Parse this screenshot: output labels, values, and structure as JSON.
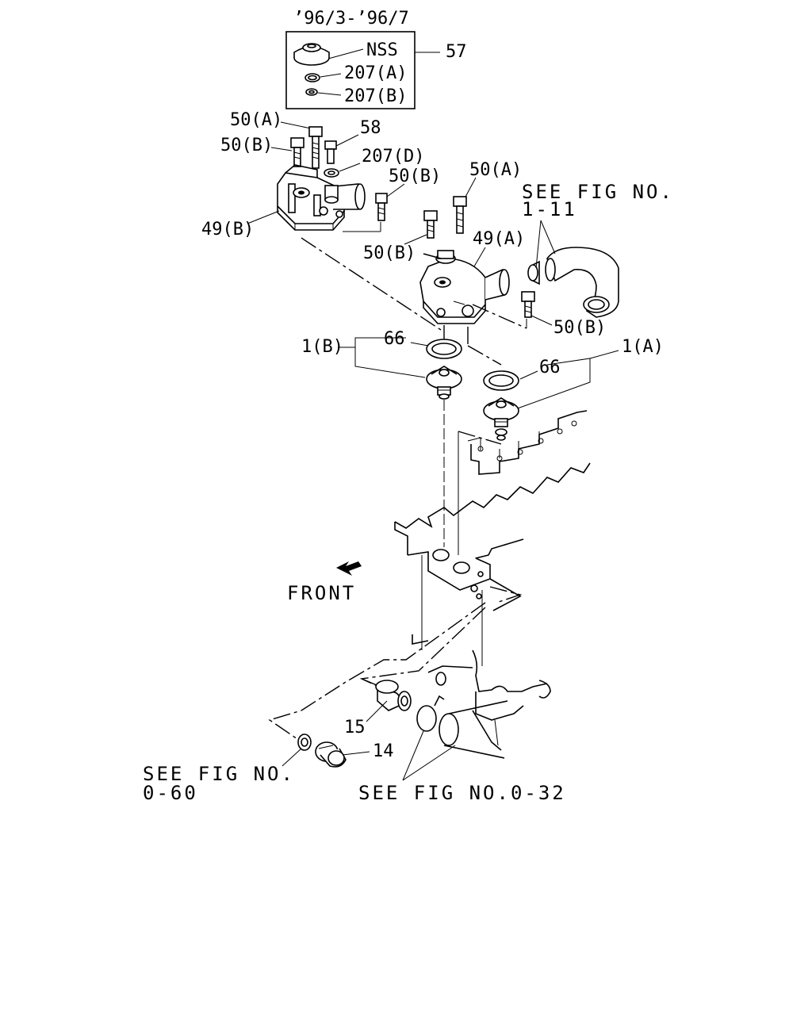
{
  "header": {
    "date_range": "’96/3-’96/7"
  },
  "kit_box": {
    "nss": "NSS",
    "kit_number": "57",
    "seal_a": "207(A)",
    "seal_b": "207(B)"
  },
  "labels": {
    "bolt_50a_left": "50(A)",
    "bolt_50b_left": "50(B)",
    "bolt_58": "58",
    "washer_207d": "207(D)",
    "bolt_50b_mid": "50(B)",
    "bolt_50a_right": "50(A)",
    "housing_49b": "49(B)",
    "housing_49a": "49(A)",
    "bolt_50b_lower": "50(B)",
    "bolt_50b_right": "50(B)",
    "thermostat_1b": "1(B)",
    "gasket_66_left": "66",
    "thermostat_1a": "1(A)",
    "gasket_66_right": "66",
    "sensor_15": "15",
    "plug_14": "14"
  },
  "references": {
    "fig_1_11_line1": "SEE FIG NO.",
    "fig_1_11_line2": "1-11",
    "fig_0_60_line1": "SEE FIG NO.",
    "fig_0_60_line2": "0-60",
    "fig_0_32": "SEE FIG NO.0-32"
  },
  "direction": {
    "front_label": "FRONT"
  },
  "icons": {
    "front_arrow": "front-arrow-icon"
  }
}
